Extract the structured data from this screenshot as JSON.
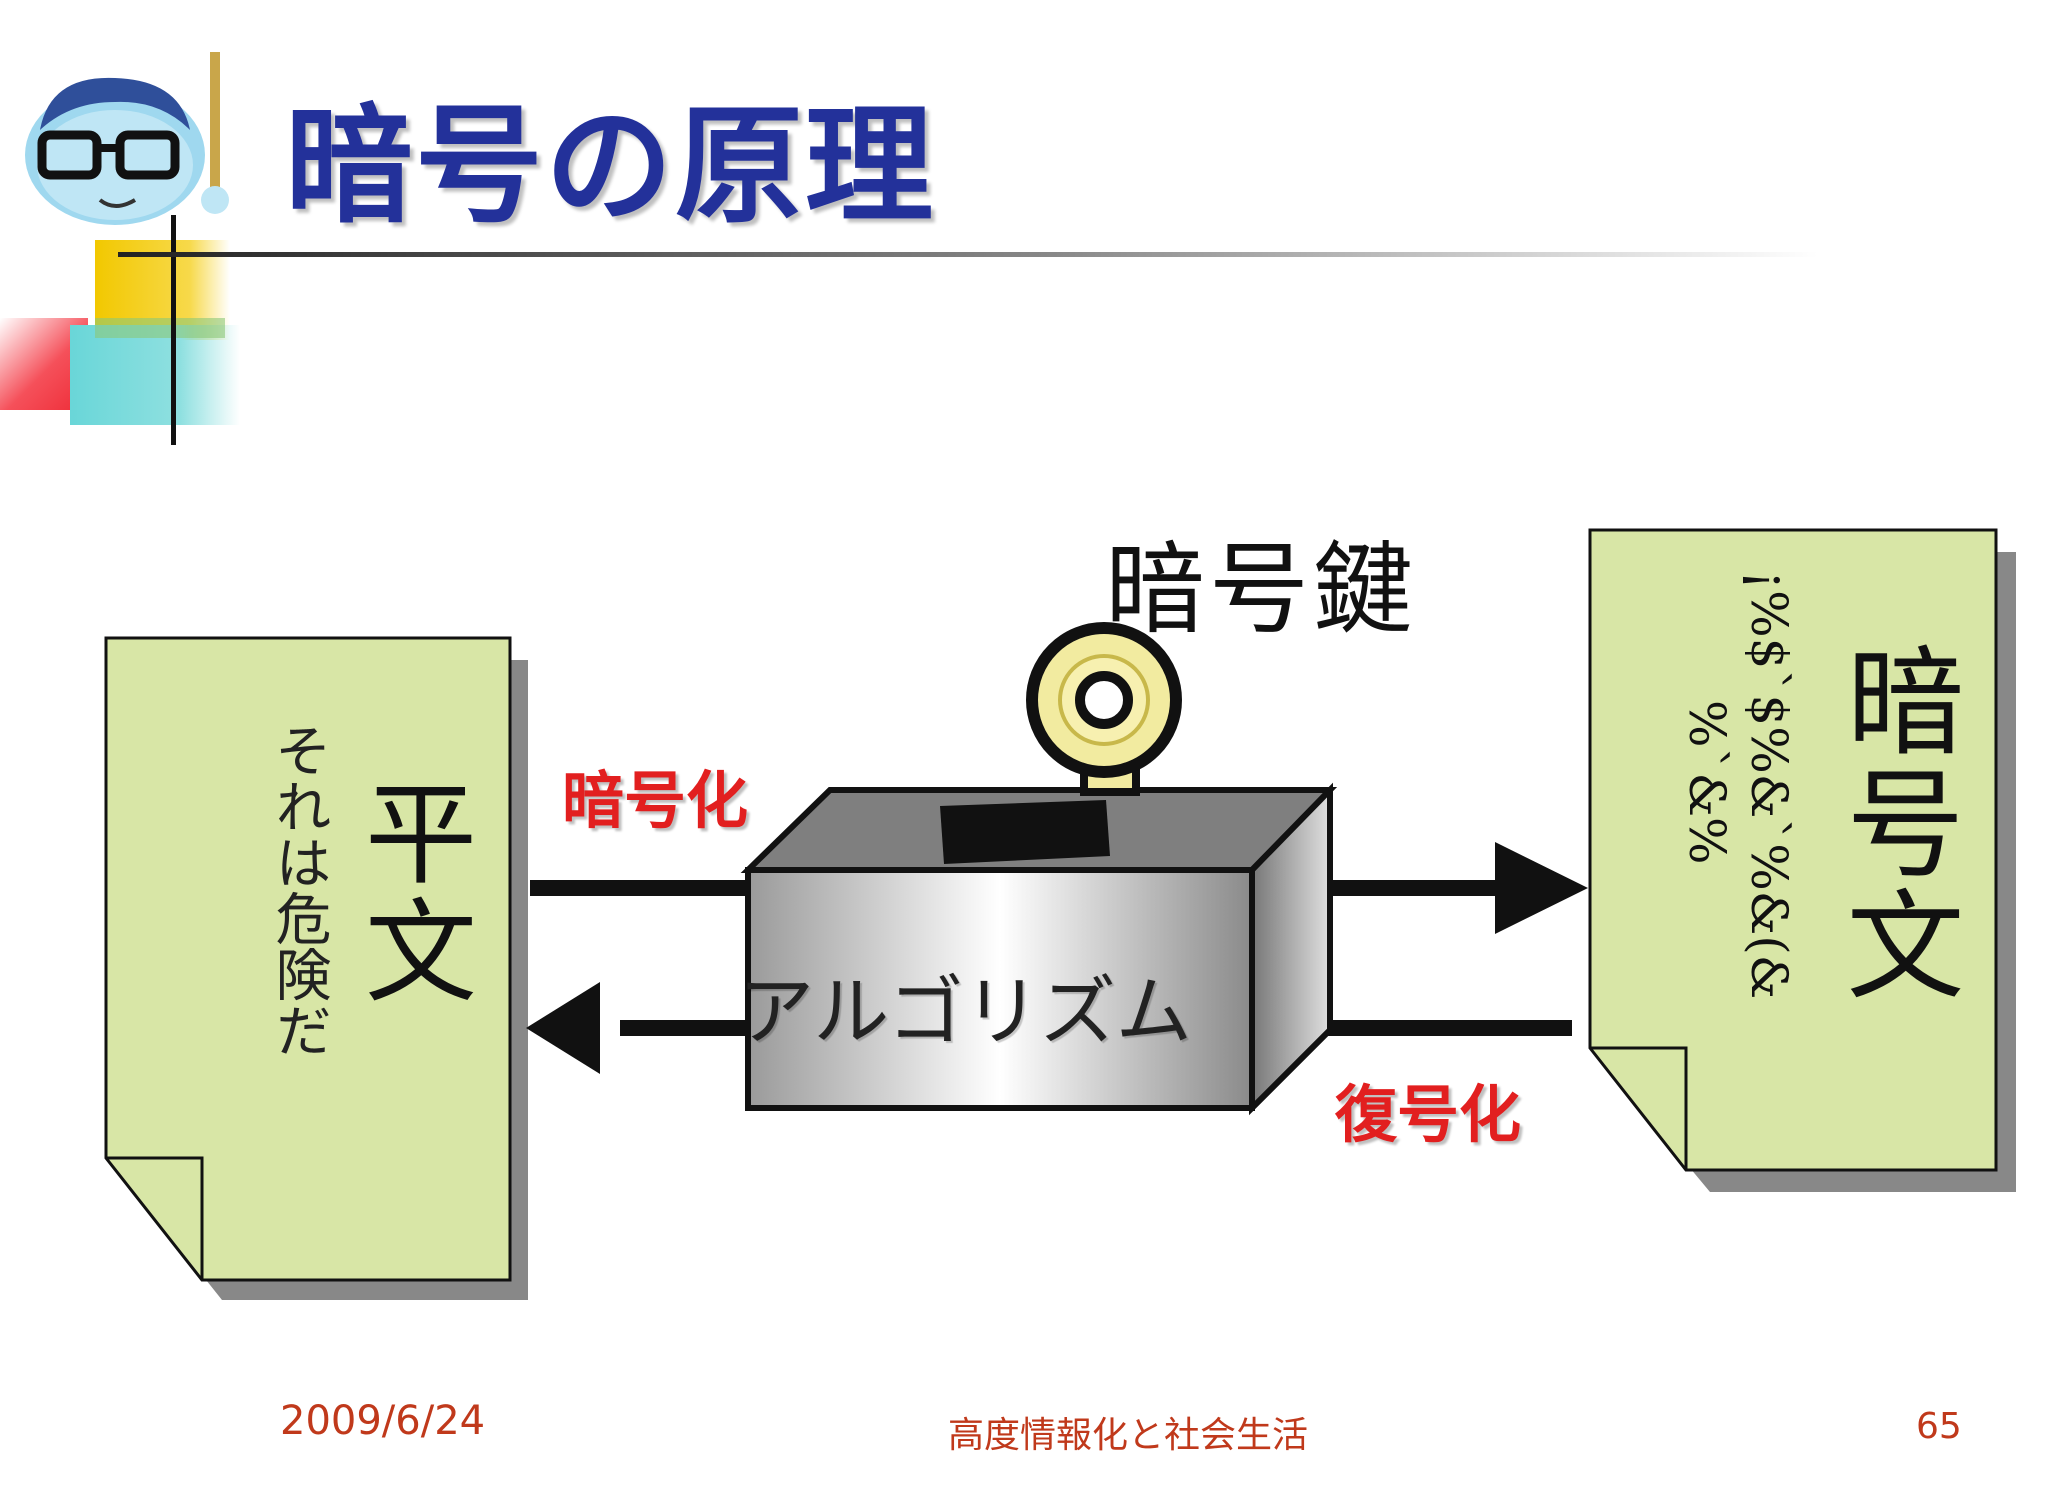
{
  "slide": {
    "title": "暗号の原理",
    "plaintext_doc": {
      "title": "平文",
      "content": "それは危険だ"
    },
    "ciphertext_doc": {
      "title": "暗号文",
      "content_line1": "¡%$`$%&`%&(&",
      "content_line2": "%`&%"
    },
    "key_label": "暗号鍵",
    "algorithm_label": "アルゴリズム",
    "encrypt_label": "暗号化",
    "decrypt_label": "復号化"
  },
  "footer": {
    "date": "2009/6/24",
    "course": "高度情報化と社会生活",
    "page_number": "65"
  },
  "colors": {
    "title": "#23319a",
    "doc_fill": "#d8e6a6",
    "accent_red": "#e21f1f",
    "footer": "#c0391b"
  }
}
